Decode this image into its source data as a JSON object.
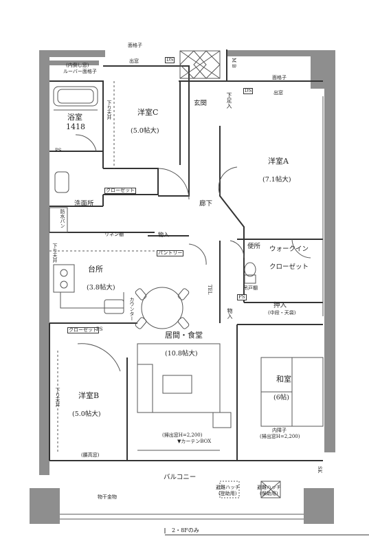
{
  "rooms": {
    "bath": {
      "name": "浴室",
      "size": "1418"
    },
    "western_c": {
      "name": "洋室C",
      "size": "(5.0帖大)"
    },
    "western_a": {
      "name": "洋室A",
      "size": "(7.1帖大)"
    },
    "western_b": {
      "name": "洋室B",
      "size": "(5.0帖大)"
    },
    "kitchen": {
      "name": "台所",
      "size": "(3.8帖大)"
    },
    "living": {
      "name": "居間・食堂",
      "size": "(10.8帖大)"
    },
    "japanese": {
      "name": "和室",
      "size": "(6帖)"
    },
    "entrance": {
      "name": "玄関"
    },
    "hallway": {
      "name": "廊下"
    },
    "washroom": {
      "name": "洗面所"
    },
    "toilet": {
      "name": "便所"
    },
    "walkin_1": {
      "name": "ウォークイン"
    },
    "walkin_2": {
      "name": "クローゼット"
    },
    "balcony": {
      "name": "バルコニー"
    }
  },
  "labels": {
    "grille_top": "面格子",
    "grille_right": "面格子",
    "bay_window_top": "出窓",
    "bay_window_right": "出窓",
    "inward_window": "(内倒し窓)",
    "louver_grille": "ルーバー面格子",
    "ds1": "DS",
    "ds2": "DS",
    "mb": "M B",
    "shoe_box": "下足入",
    "lowered_ceiling_c": "下り天井",
    "lowered_ceiling_k": "下り天井",
    "lowered_ceiling_b": "下り天井",
    "closet_c": "クローゼット",
    "closet_b": "クローゼット",
    "ps1": "PS",
    "ps2": "PS",
    "ps3": "PS",
    "waterproof_pan": "防水パン",
    "linen_shelf": "リネン棚",
    "storage1": "物入",
    "storage2": "物入",
    "pantry": "パントリー",
    "counter": "カウンター",
    "tel": "TEL",
    "hanging_cabinet": "吊戸棚",
    "oshiire": "押入",
    "oshiire_note": "(中段・天袋)",
    "high_window": "(腰高窓)",
    "sweep_window_living": "(掃出窓H=2,200)",
    "curtain_box": "▼カーテンBOX",
    "inner_shoji": "内障子",
    "sweep_window_jp": "(掃出窓H=2,200)",
    "hatch1": "避難ハッチ",
    "hatch1_note": "(登助用)",
    "hatch2": "避難ハッチ",
    "hatch2_note": "(保助用)",
    "drying_rack": "物干金物",
    "sk": "SK",
    "footnote": "2・8Fのみ"
  },
  "colors": {
    "wall": "#8e8e8e",
    "line": "#333333",
    "stroke_light": "#555555"
  }
}
